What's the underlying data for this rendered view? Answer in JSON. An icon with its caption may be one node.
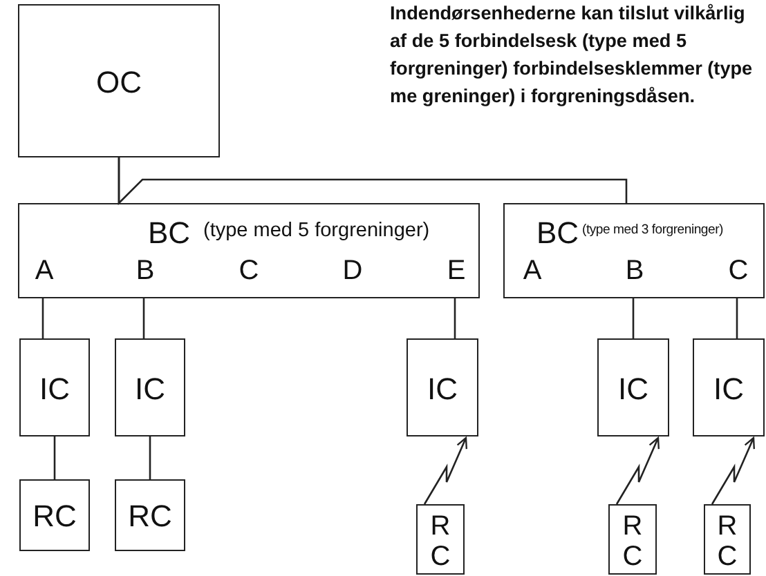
{
  "diagram": {
    "nodes": [
      {
        "text": [
          "OC"
        ]
      },
      {
        "text": [
          "BC",
          "(type med 5 forgreninger)"
        ]
      },
      {
        "text": [
          "A"
        ],
        "in": 1
      },
      {
        "text": [
          "B"
        ],
        "in": 1
      },
      {
        "text": [
          "C"
        ],
        "in": 1
      },
      {
        "text": [
          "D"
        ],
        "in": 1
      },
      {
        "text": [
          "E"
        ],
        "in": 1
      },
      {
        "text": [
          "BC",
          "(type med 3 forgreninger)"
        ]
      },
      {
        "text": [
          "A"
        ],
        "in": 7
      },
      {
        "text": [
          "B"
        ],
        "in": 7
      },
      {
        "text": [
          "C"
        ],
        "in": 7
      },
      {
        "text": [
          "IC"
        ]
      },
      {
        "text": [
          "IC"
        ]
      },
      {
        "text": [
          "IC"
        ]
      },
      {
        "text": [
          "IC"
        ]
      },
      {
        "text": [
          "IC"
        ]
      },
      {
        "text": [
          "RC"
        ]
      },
      {
        "text": [
          "RC"
        ]
      },
      {
        "text": [
          "RC"
        ]
      },
      {
        "text": [
          "RC"
        ]
      },
      {
        "text": [
          "RC"
        ]
      }
    ],
    "edges": [
      {
        "from": 0,
        "to": 1,
        "arrow": "none"
      },
      {
        "from": 0,
        "to": 7,
        "arrow": "none"
      },
      {
        "from": 2,
        "to": 11,
        "arrow": "none"
      },
      {
        "from": 3,
        "to": 12,
        "arrow": "none"
      },
      {
        "from": 6,
        "to": 13,
        "arrow": "none"
      },
      {
        "from": 9,
        "to": 14,
        "arrow": "none"
      },
      {
        "from": 10,
        "to": 15,
        "arrow": "none"
      },
      {
        "from": 11,
        "to": 16,
        "arrow": "none"
      },
      {
        "from": 12,
        "to": 17,
        "arrow": "none"
      },
      {
        "from": 18,
        "to": 13,
        "arrow": "to"
      },
      {
        "from": 19,
        "to": 14,
        "arrow": "to"
      },
      {
        "from": 20,
        "to": 15,
        "arrow": "to"
      }
    ],
    "labels": [
      "Indendørsenhederne kan tilslut vilkårlig af de 5 forbindelsesk (type med 5 forgreninger) forbindelsesklemmer (type me greninger) i forgreningsdåsen."
    ]
  }
}
